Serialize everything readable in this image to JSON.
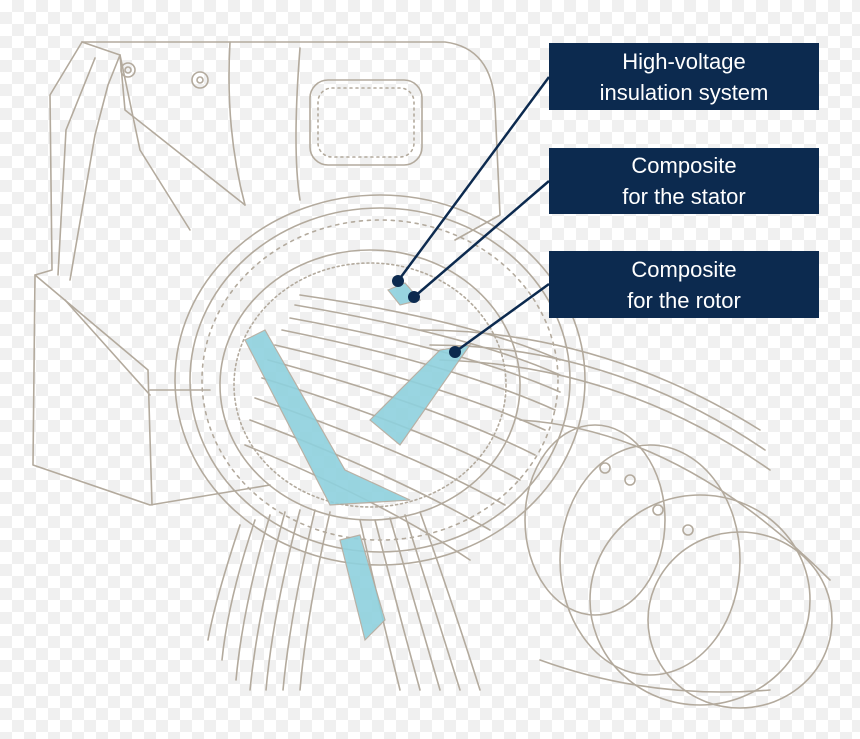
{
  "colors": {
    "line": "#b3aa9d",
    "highlight": "#8fd1de",
    "callout_bg": "#0c2a4f",
    "callout_text": "#ffffff"
  },
  "callouts": [
    {
      "line1": "High-voltage",
      "line2": "insulation system"
    },
    {
      "line1": "Composite",
      "line2": "for the stator"
    },
    {
      "line1": "Composite",
      "line2": "for the rotor"
    }
  ]
}
